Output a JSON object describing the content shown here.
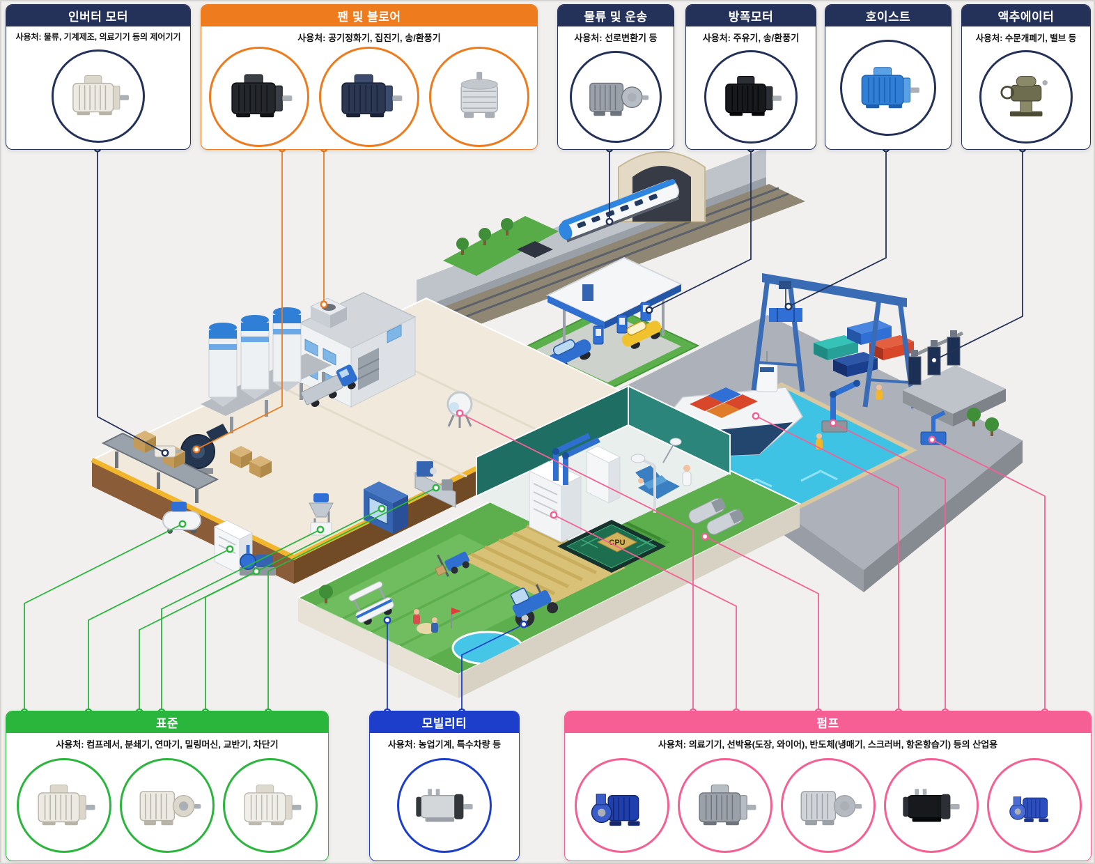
{
  "page": {
    "background": "#f1f0ee",
    "scene": {
      "cpu_label": "CPU"
    }
  },
  "panels": [
    {
      "id": "inverter",
      "title": "인버터 모터",
      "usage": "사용처: 물류, 기계제조, 의료기기 등의 제어기기",
      "accent": "#243158",
      "motors": [
        "inverter-motor"
      ]
    },
    {
      "id": "fan-blower",
      "title": "팬 및 블로어",
      "usage": "사용처: 공기정화기, 집진기, 송/환풍기",
      "accent": "#ee7b1d",
      "motors": [
        "blower-motor-black",
        "blower-motor-navy",
        "cooling-fan-motor"
      ]
    },
    {
      "id": "logistics",
      "title": "물류 및 운송",
      "usage": "사용처: 선로변환기 등",
      "accent": "#243158",
      "motors": [
        "rail-switch-gear-motor"
      ]
    },
    {
      "id": "explosion-proof",
      "title": "방폭모터",
      "usage": "사용처: 주유기, 송/환풍기",
      "accent": "#243158",
      "motors": [
        "explosion-proof-motor"
      ]
    },
    {
      "id": "hoist",
      "title": "호이스트",
      "usage": "",
      "accent": "#243158",
      "motors": [
        "hoist-motor"
      ]
    },
    {
      "id": "actuator",
      "title": "액추에이터",
      "usage": "사용처: 수문개폐기, 밸브 등",
      "accent": "#243158",
      "motors": [
        "actuator-motor"
      ]
    },
    {
      "id": "standard",
      "title": "표준",
      "usage": "사용처: 컴프레서, 분쇄기, 연마기, 밀링머신, 교반기, 차단기",
      "accent": "#2ab53c",
      "motors": [
        "standard-motor-1",
        "standard-motor-2",
        "standard-motor-3"
      ]
    },
    {
      "id": "mobility",
      "title": "모빌리티",
      "usage": "사용처: 농업기계, 특수차량 등",
      "accent": "#1c3ecb",
      "motors": [
        "mobility-dc-motor"
      ]
    },
    {
      "id": "pump",
      "title": "펌프",
      "usage": "사용처: 의료기기, 선박용(도장, 와이어), 반도체(냉매기, 스크러버, 항온항습기) 등의 산업용",
      "accent": "#f55f93",
      "motors": [
        "pump-motor-blue",
        "pump-motor-gray",
        "pump-motor-alloy",
        "pump-motor-black",
        "pump-motor-compact"
      ]
    }
  ]
}
